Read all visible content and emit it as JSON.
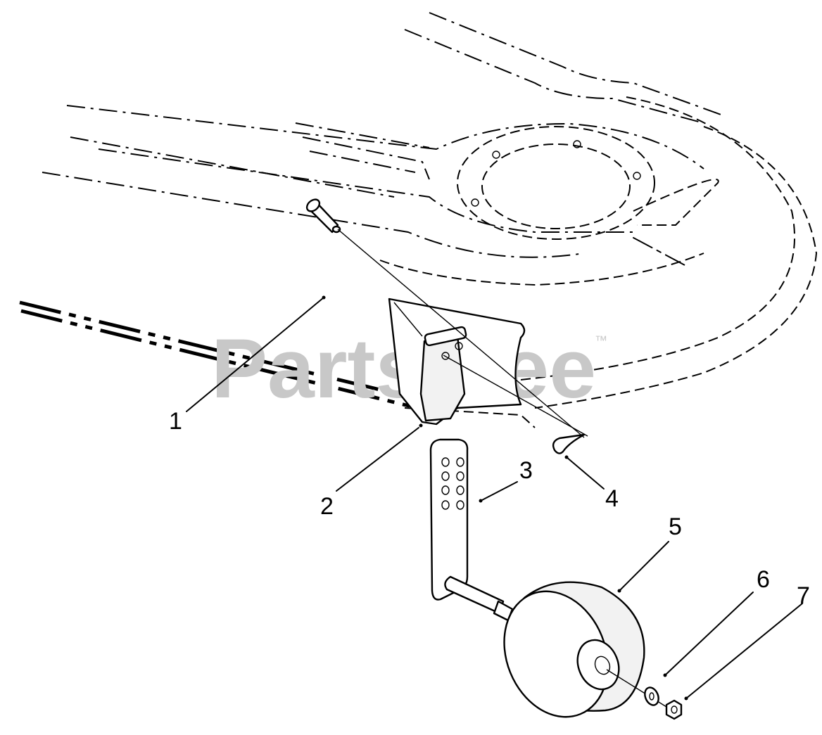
{
  "watermark": {
    "text": "PartsTree",
    "trademark": "™"
  },
  "callouts": [
    {
      "id": "1",
      "label": "1"
    },
    {
      "id": "2",
      "label": "2"
    },
    {
      "id": "3",
      "label": "3"
    },
    {
      "id": "4",
      "label": "4"
    },
    {
      "id": "5",
      "label": "5"
    },
    {
      "id": "6",
      "label": "6"
    },
    {
      "id": "7",
      "label": "7"
    }
  ]
}
